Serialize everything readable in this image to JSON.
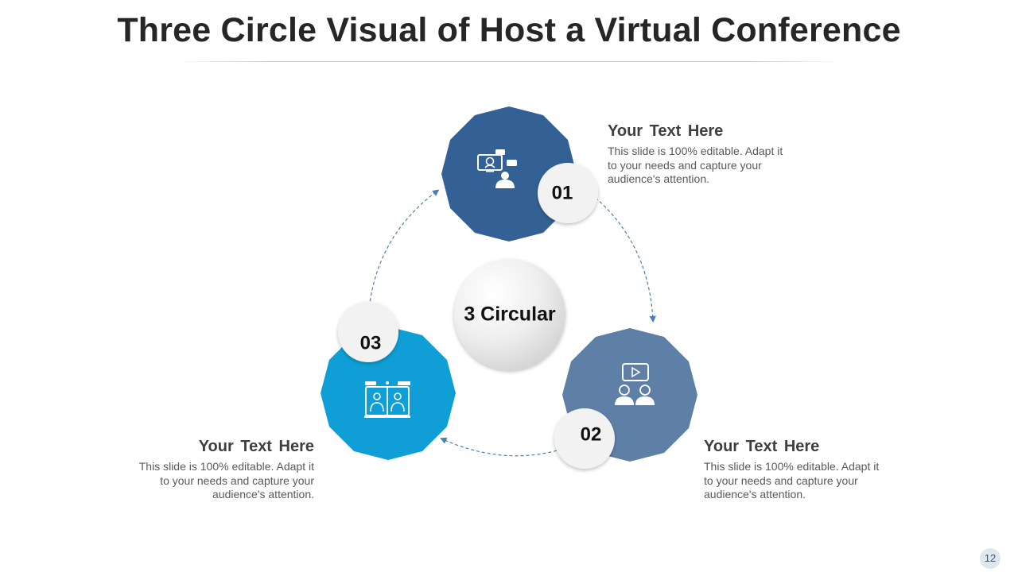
{
  "title": "Three Circle Visual of Host a Virtual Conference",
  "center_label": "3 Circular",
  "colors": {
    "node_1": "#336196",
    "node_2": "#5f80a6",
    "node_3": "#0f9fd6",
    "connector": "#4a7fb3",
    "badge_bg": "#f2f2f2"
  },
  "nodes": [
    {
      "number": "01",
      "icon": "video-conference-presenter-icon",
      "heading": "Your  Text Here",
      "body_lines": [
        "This slide is 100% editable. Adapt it",
        "to your needs and capture your",
        "audience's attention."
      ]
    },
    {
      "number": "02",
      "icon": "video-presentation-audience-icon",
      "heading": "Your  Text Here",
      "body_lines": [
        "This slide is 100% editable. Adapt it",
        "to your needs and capture your",
        "audience's attention."
      ]
    },
    {
      "number": "03",
      "icon": "laptop-video-call-icon",
      "heading": "Your  Text Here",
      "body_lines": [
        "This slide is 100% editable. Adapt it",
        "to your needs and capture your",
        "audience's attention."
      ]
    }
  ],
  "page_number": "12"
}
